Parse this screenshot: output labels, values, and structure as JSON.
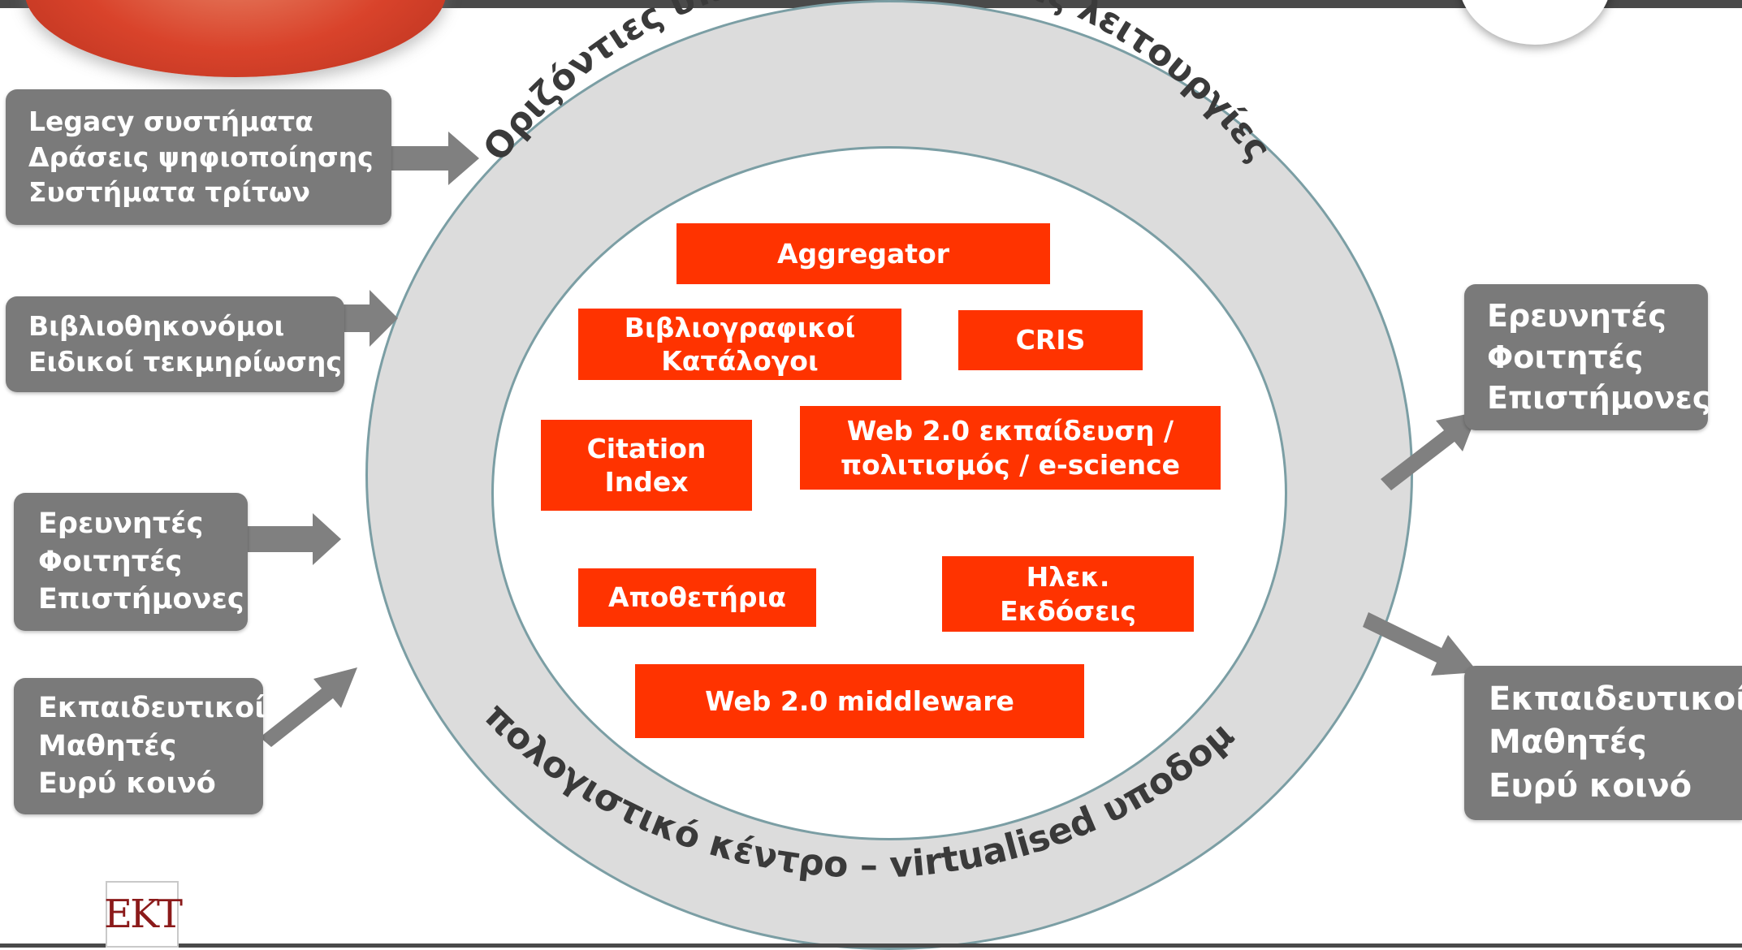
{
  "outer_ring": {
    "top_label": "Οριζόντιες υπηρεσίες – ευφυείς λειτουργίες",
    "bottom_label": "Υπολογιστικό κέντρο – virtualised υποδομή"
  },
  "left_inputs": [
    {
      "lines": [
        "Legacy συστήματα",
        "Δράσεις ψηφιοποίησης",
        "Συστήματα τρίτων"
      ]
    },
    {
      "lines": [
        "Βιβλιοθηκονόμοι",
        "Ειδικοί τεκμηρίωσης"
      ]
    },
    {
      "lines": [
        "Ερευνητές",
        "Φοιτητές",
        "Επιστήμονες"
      ]
    },
    {
      "lines": [
        "Εκπαιδευτικοί",
        "Μαθητές",
        "Ευρύ κοινό"
      ]
    }
  ],
  "right_outputs": [
    {
      "lines": [
        "Ερευνητές",
        "Φοιτητές",
        "Επιστήμονες"
      ]
    },
    {
      "lines": [
        "Εκπαιδευτικοί",
        "Μαθητές",
        "Ευρύ κοινό"
      ]
    }
  ],
  "services": {
    "aggregator": [
      "Aggregator"
    ],
    "catalogues": [
      "Βιβλιογραφικοί",
      "Κατάλογοι"
    ],
    "cris": [
      "CRIS"
    ],
    "citation": [
      "Citation",
      "Index"
    ],
    "web20": [
      "Web 2.0 εκπαίδευση /",
      "πολιτισμός / e-science"
    ],
    "repositories": [
      "Αποθετήρια"
    ],
    "epublishing": [
      "Ηλεκ.",
      "Εκδόσεις"
    ],
    "middleware": [
      "Web 2.0 middleware"
    ]
  },
  "logo_text": "EKT",
  "colors": {
    "service_box": "#ff3300",
    "actor_box": "#7a7a7a",
    "ring": "#dcdcdc",
    "ring_border": "#7b9ea4",
    "arrow": "#808080"
  }
}
